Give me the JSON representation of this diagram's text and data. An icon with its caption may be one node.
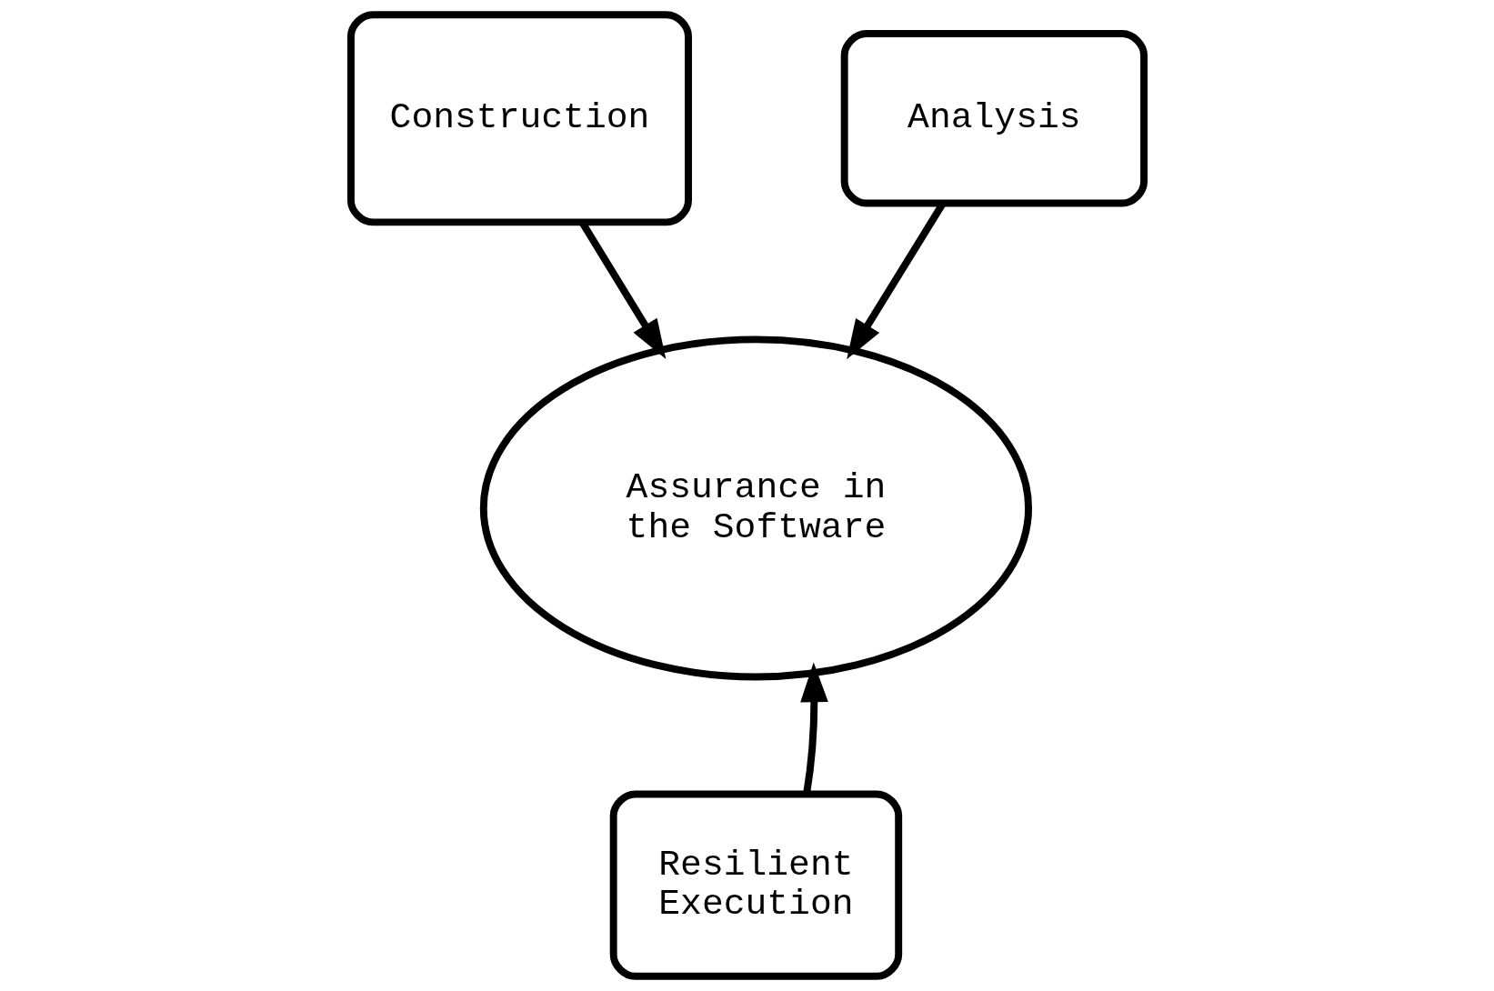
{
  "diagram": {
    "nodes": [
      {
        "text": [
          "Construction"
        ]
      },
      {
        "text": [
          "Analysis"
        ]
      },
      {
        "text": [
          "Assurance in the Software"
        ]
      },
      {
        "text": [
          "Resilient Execution"
        ]
      }
    ],
    "edges": [
      {
        "from": 0,
        "to": 2,
        "arrow": "to"
      },
      {
        "from": 1,
        "to": 2,
        "arrow": "to"
      },
      {
        "from": 3,
        "to": 2,
        "arrow": "to"
      }
    ]
  }
}
